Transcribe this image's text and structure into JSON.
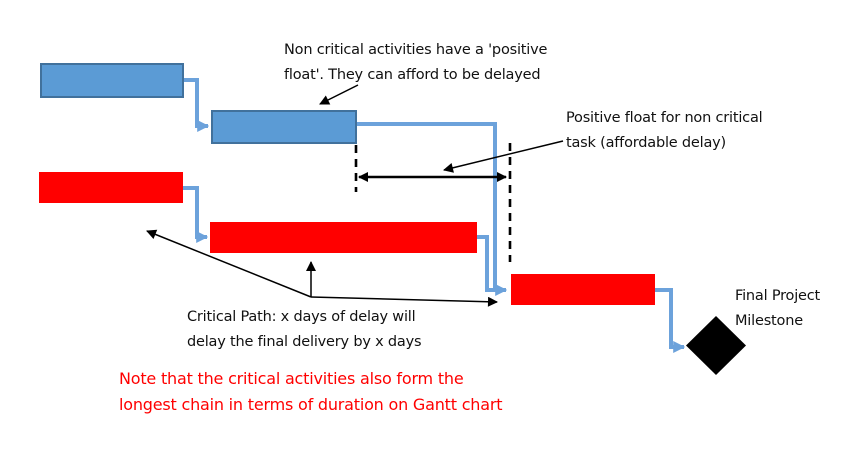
{
  "diagram": {
    "title": "Critical path vs non-critical tasks on a Gantt chart",
    "background": "#FFFFFF"
  },
  "colors": {
    "non_critical_bar_fill": "#5B9BD5",
    "non_critical_bar_border": "#41719C",
    "critical_bar_fill": "#FF0000",
    "connector_blue": "#6CA2DB",
    "arrow_black": "#000000",
    "milestone_fill": "#000000",
    "annotation_text": "#111111",
    "note_text": "#FF0000"
  },
  "bars": {
    "non_critical_count": 2,
    "critical_count": 3
  },
  "annotations": {
    "non_critical_float": {
      "line1": "Non critical activities have a 'positive",
      "line2": "float'. They can afford to be delayed"
    },
    "positive_float": {
      "line1": "Positive float for non critical",
      "line2": "task (affordable delay)"
    },
    "critical_path": {
      "line1": "Critical Path: x days of delay will",
      "line2": "delay the final delivery by x days"
    },
    "milestone": {
      "line1": "Final Project",
      "line2": "Milestone"
    },
    "note": {
      "line1": "Note that the critical activities also form the",
      "line2": "longest chain in terms of duration on Gantt chart"
    }
  }
}
